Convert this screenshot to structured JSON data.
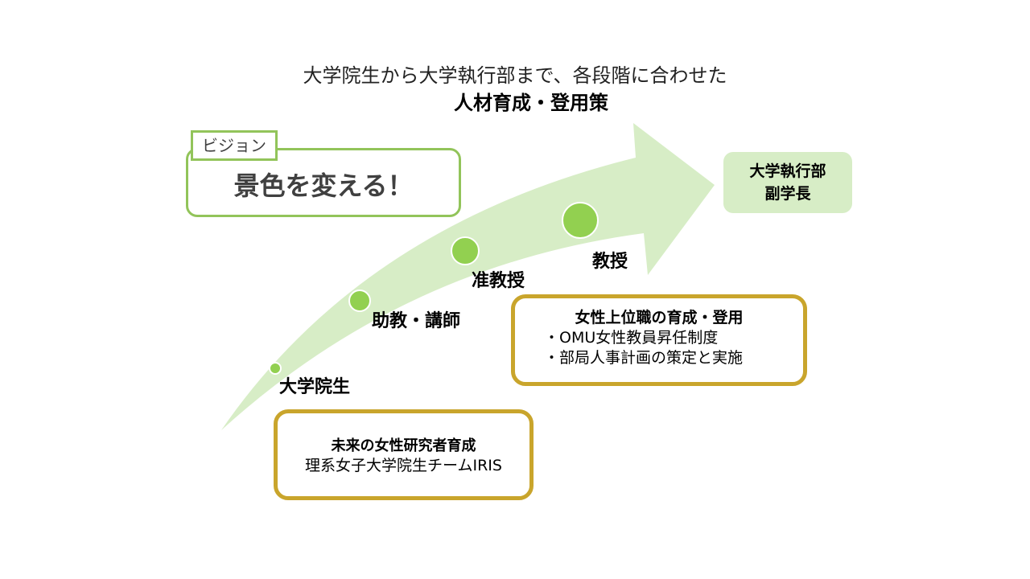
{
  "title": {
    "line1": "大学院生から大学執行部まで、各段階に合わせた",
    "line2": "人材育成・登用策"
  },
  "vision": {
    "tag": "ビジョン",
    "text": "景色を変える！"
  },
  "executive": {
    "line1": "大学執行部",
    "line2": "副学長"
  },
  "stages": [
    "大学院生",
    "助教・講師",
    "准教授",
    "教授"
  ],
  "box_senior": {
    "heading": "女性上位職の育成・登用",
    "items": [
      "・OMU女性教員昇任制度",
      "・部局人事計画の策定と実施"
    ]
  },
  "box_future": {
    "heading": "未来の女性研究者育成",
    "text": "理系女子大学院生チームIRIS"
  },
  "colors": {
    "arrow": "#d7edc6",
    "dot": "#92d050",
    "vision_border": "#92c45a",
    "box_border": "#c9a52c"
  }
}
